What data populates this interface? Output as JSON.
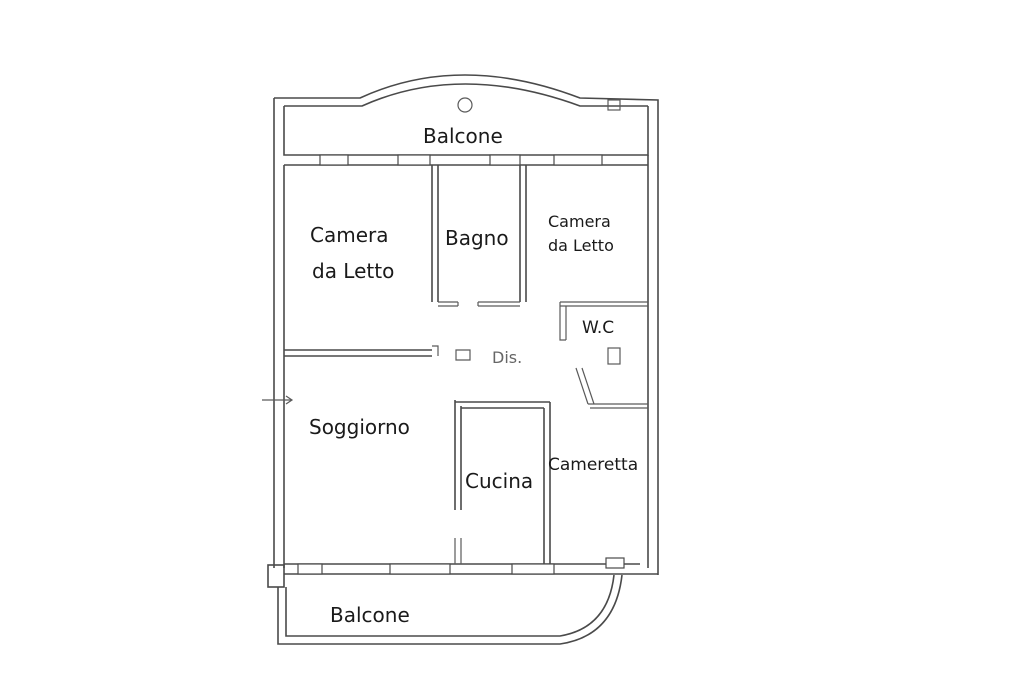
{
  "rooms": {
    "balcone_top": "Balcone",
    "camera_left_line1": "Camera",
    "camera_left_line2": "da Letto",
    "bagno": "Bagno",
    "camera_right_line1": "Camera",
    "camera_right_line2": "da Letto",
    "wc": "W.C",
    "dis": "Dis.",
    "soggiorno": "Soggiorno",
    "cucina": "Cucina",
    "cameretta": "Cameretta",
    "balcone_bottom": "Balcone"
  }
}
